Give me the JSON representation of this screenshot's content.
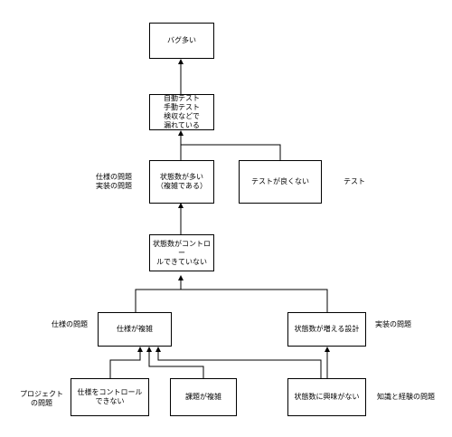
{
  "nodes": {
    "many_bugs": "バグ多い",
    "testing_gaps": "自動テスト\n手動テスト\n検収などで\n漏れている",
    "many_states": "状態数が多い\n（複雑である）",
    "bad_tests": "テストが良くない",
    "states_uncontrolled": "状態数がコントロー\nルできていない",
    "complex_spec": "仕様が複雑",
    "implementation_states": "状態数が増える設計",
    "cannot_control_spec": "仕様をコントロール\nできない",
    "complex_task": "課題が複雑",
    "no_interest": "状態数に興味がない"
  },
  "labels": {
    "spec_impl_problem": "仕様の問題\n実装の問題",
    "test": "テスト",
    "spec_problem": "仕様の問題",
    "impl_problem": "実装の問題",
    "project_problem": "プロジェクト\nの問題",
    "knowledge_problem": "知識と経験の問題"
  }
}
